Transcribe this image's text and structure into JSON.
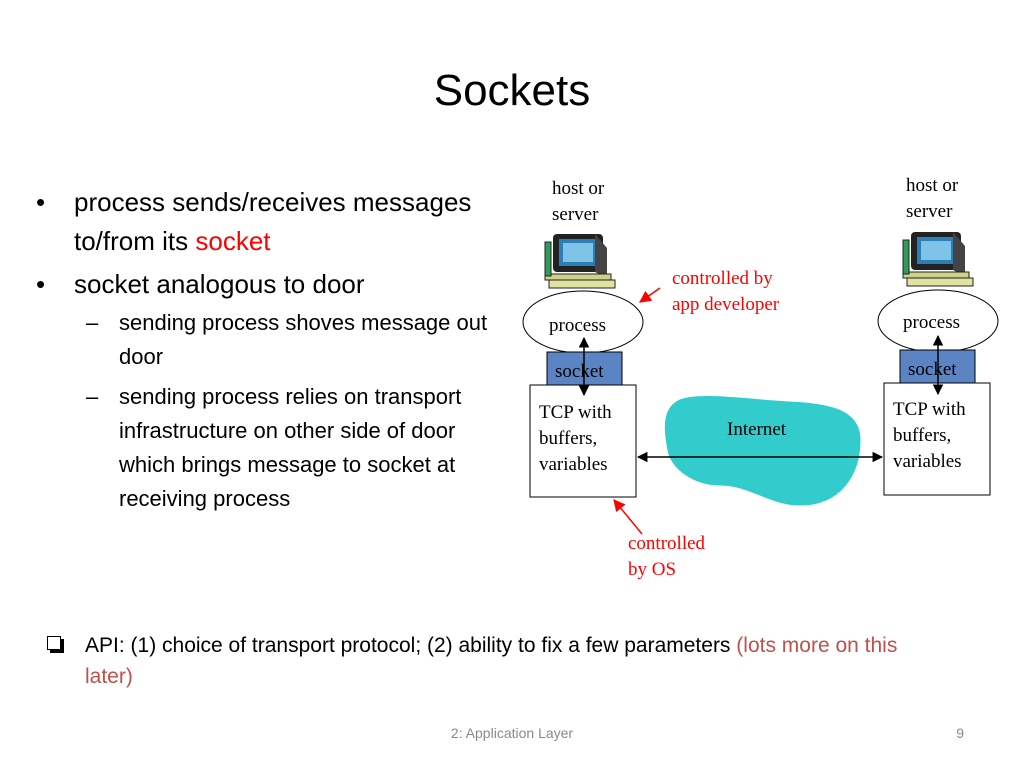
{
  "slide": {
    "title": "Sockets",
    "bullets": [
      {
        "text": "process sends/receives messages to/from its ",
        "highlight": "socket"
      },
      {
        "text": "socket analogous to door"
      }
    ],
    "sub_bullets": [
      "sending process shoves message out door",
      "sending process relies on transport infrastructure on other side of door which brings message to socket at receiving process"
    ],
    "api": {
      "text": "API: (1) choice of transport protocol; (2) ability to fix a few parameters ",
      "muted": "(lots more on  this later)"
    },
    "footer": "2: Application Layer",
    "page_number": "9"
  },
  "diagram": {
    "host_left": {
      "label_line1": "host or",
      "label_line2": "server"
    },
    "host_right": {
      "label_line1": "host or",
      "label_line2": "server"
    },
    "process_label": "process",
    "socket_label": "socket",
    "tcp_line1": "TCP with",
    "tcp_line2": "buffers,",
    "tcp_line3": "variables",
    "internet_label": "Internet",
    "annot_app_line1": "controlled by",
    "annot_app_line2": "app developer",
    "annot_os_line1": "controlled",
    "annot_os_line2": "by OS",
    "colors": {
      "socket_fill": "#5b84c4",
      "cloud_fill": "#33cccc",
      "annotation": "#ff0000"
    }
  }
}
